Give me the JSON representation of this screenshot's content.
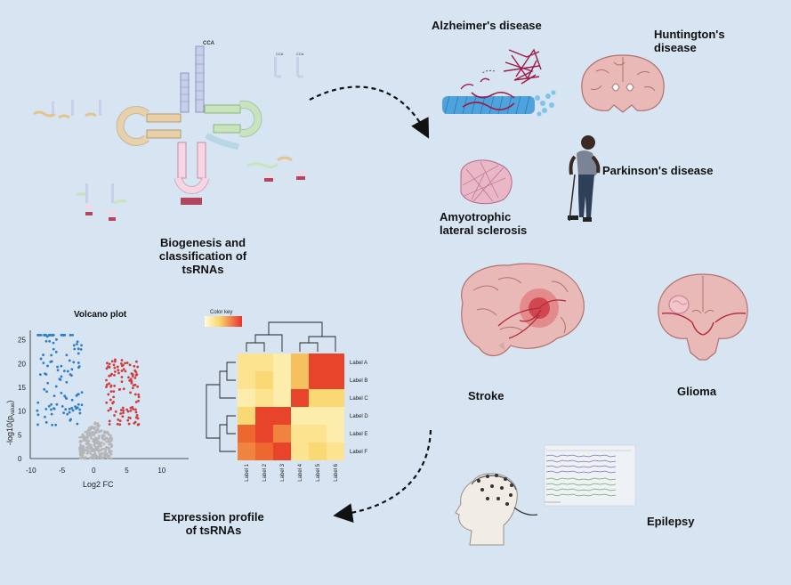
{
  "top_left": {
    "title_line1": "Biogenesis and",
    "title_line2": "classification of",
    "title_line3": "tsRNAs",
    "cca_label": "CCA"
  },
  "diseases": {
    "alzheimers": "Alzheimer's disease",
    "huntingtons_line1": "Huntington's",
    "huntingtons_line2": "disease",
    "parkinsons": "Parkinson's disease",
    "als_line1": "Amyotrophic",
    "als_line2": "lateral sclerosis",
    "stroke": "Stroke",
    "glioma": "Glioma",
    "epilepsy": "Epilepsy"
  },
  "expression": {
    "title_line1": "Expression profile",
    "title_line2": "of tsRNAs"
  },
  "volcano": {
    "title": "Volcano plot",
    "xlabel": "Log2 FC",
    "ylabel": "-log10(p",
    "ylabel_sub": "value",
    "ylabel_end": ")",
    "xticks": [
      "-10",
      "-5",
      "0",
      "5",
      "10"
    ],
    "yticks": [
      "0",
      "5",
      "10",
      "15",
      "20",
      "25"
    ]
  },
  "heatmap": {
    "color_key": "Color key",
    "row_labels": [
      "Label A",
      "Label B",
      "Label C",
      "Label D",
      "Label E",
      "Label F"
    ],
    "col_labels": [
      "Label 1",
      "Label 2",
      "Label 3",
      "Label 4",
      "Label 5",
      "Label 6"
    ],
    "matrix": [
      [
        0.2,
        0.2,
        0.1,
        0.4,
        0.9,
        0.9
      ],
      [
        0.2,
        0.3,
        0.1,
        0.4,
        0.9,
        0.9
      ],
      [
        0.1,
        0.2,
        0.1,
        0.9,
        0.3,
        0.3
      ],
      [
        0.3,
        0.9,
        0.9,
        0.1,
        0.1,
        0.1
      ],
      [
        0.7,
        0.9,
        0.6,
        0.2,
        0.2,
        0.1
      ],
      [
        0.6,
        0.7,
        0.9,
        0.2,
        0.3,
        0.2
      ]
    ]
  },
  "colors": {
    "background": "#d7e4f1",
    "brain_pink": "#e8b9b6",
    "brain_dark": "#b3706c",
    "volcano_blue": "#2f7cc8",
    "volcano_red": "#d03c3c",
    "volcano_gray": "#b5b5b5"
  }
}
